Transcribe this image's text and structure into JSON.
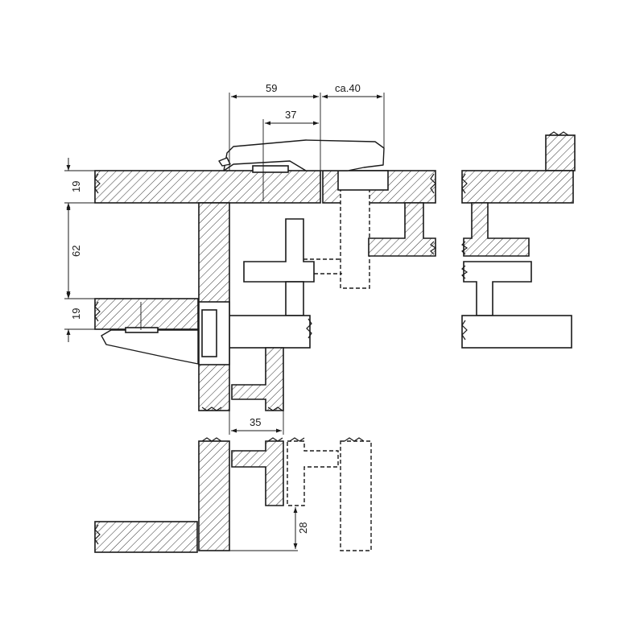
{
  "dimensions": {
    "d59": "59",
    "dca40": "ca.40",
    "d37": "37",
    "d19_top": "19",
    "d62": "62",
    "d19_mid": "19",
    "d35": "35",
    "d28": "28"
  },
  "colors": {
    "line": "#1a1a1a",
    "background": "#ffffff"
  }
}
